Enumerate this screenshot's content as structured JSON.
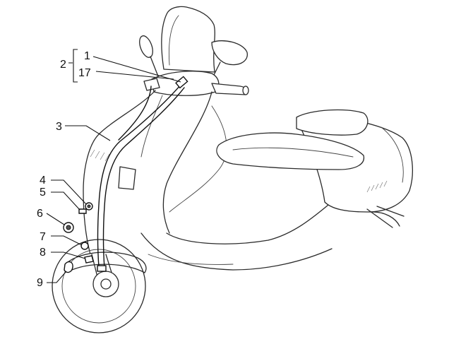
{
  "callouts": {
    "group_2": "2",
    "part_1": "1",
    "part_17": "17",
    "part_3": "3",
    "part_4": "4",
    "part_5": "5",
    "part_6": "6",
    "part_7": "7",
    "part_8": "8",
    "part_9": "9"
  }
}
